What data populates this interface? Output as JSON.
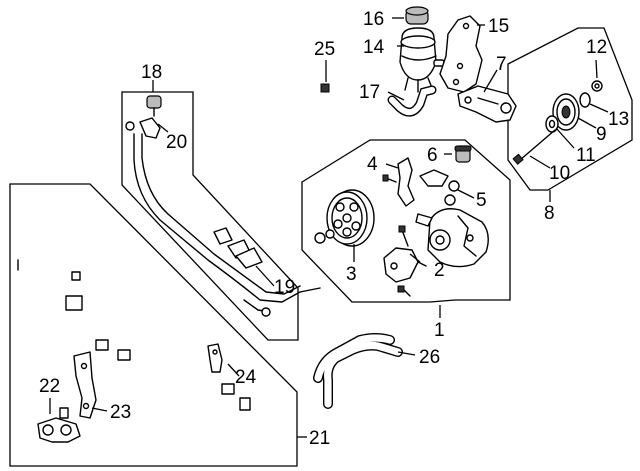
{
  "diagram": {
    "labels": {
      "p1": "1",
      "p2": "2",
      "p3": "3",
      "p4": "4",
      "p5": "5",
      "p6": "6",
      "p7": "7",
      "p8": "8",
      "p9": "9",
      "p10": "10",
      "p11": "11",
      "p12": "12",
      "p13": "13",
      "p14": "14",
      "p15": "15",
      "p16": "16",
      "p17": "17",
      "p18": "18",
      "p19": "19",
      "p20": "20",
      "p21": "21",
      "p22": "22",
      "p23": "23",
      "p24": "24",
      "p25": "25",
      "p26": "26"
    }
  }
}
